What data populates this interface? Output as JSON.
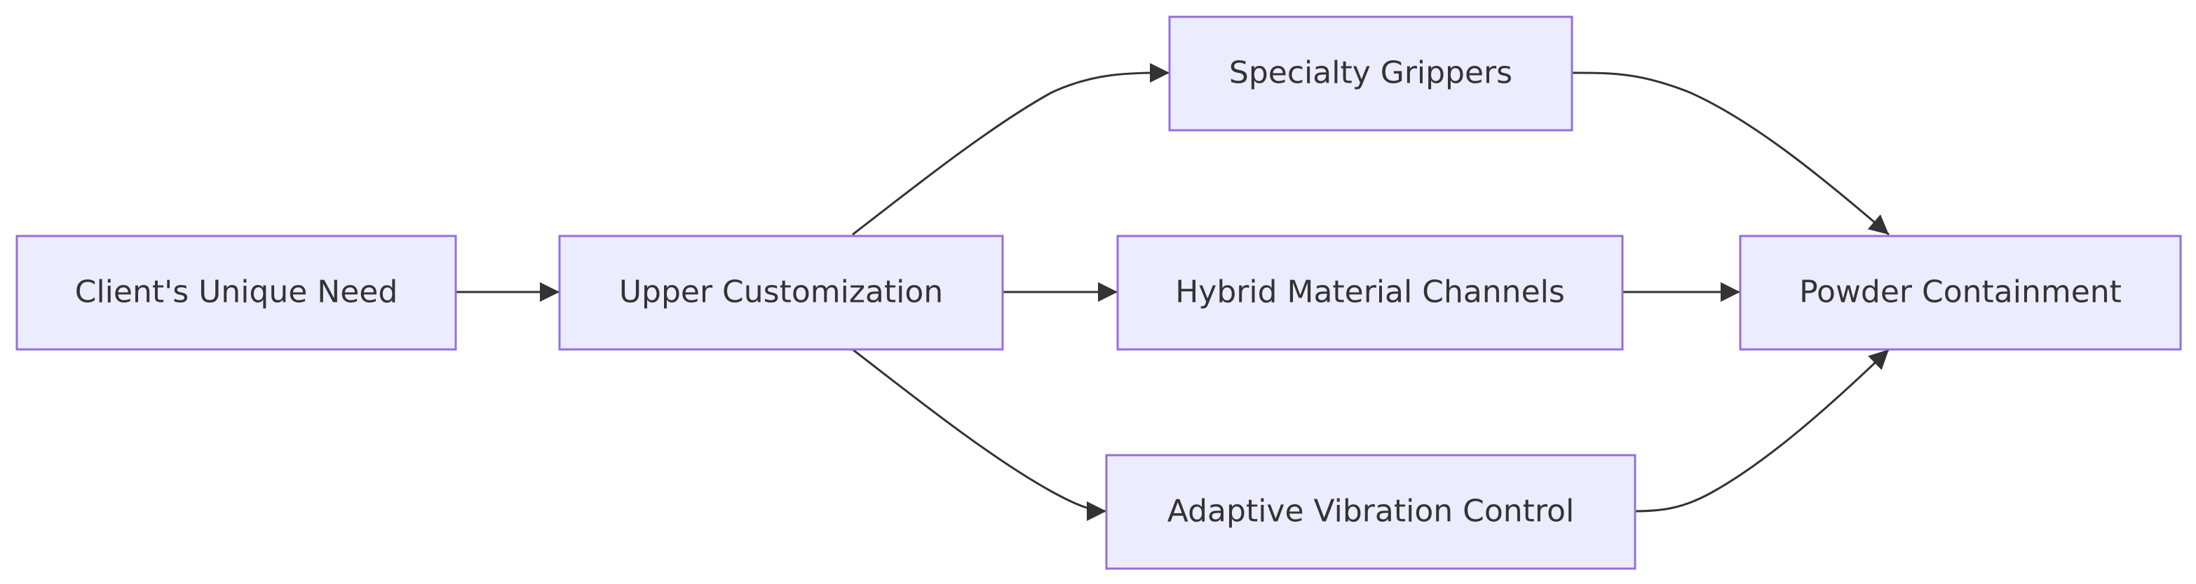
{
  "colors": {
    "node_fill": "#ECECFF",
    "node_stroke": "#9370DB",
    "edge": "#333333",
    "text": "#333333"
  },
  "nodes": {
    "client_need": "Client's Unique Need",
    "upper_customization": "Upper Customization",
    "specialty_grippers": "Specialty Grippers",
    "hybrid_channels": "Hybrid Material Channels",
    "adaptive_vibration": "Adaptive Vibration Control",
    "powder_containment": "Powder Containment"
  },
  "edges": [
    {
      "from": "client_need",
      "to": "upper_customization"
    },
    {
      "from": "upper_customization",
      "to": "specialty_grippers"
    },
    {
      "from": "upper_customization",
      "to": "hybrid_channels"
    },
    {
      "from": "upper_customization",
      "to": "adaptive_vibration"
    },
    {
      "from": "specialty_grippers",
      "to": "powder_containment"
    },
    {
      "from": "hybrid_channels",
      "to": "powder_containment"
    },
    {
      "from": "adaptive_vibration",
      "to": "powder_containment"
    }
  ]
}
